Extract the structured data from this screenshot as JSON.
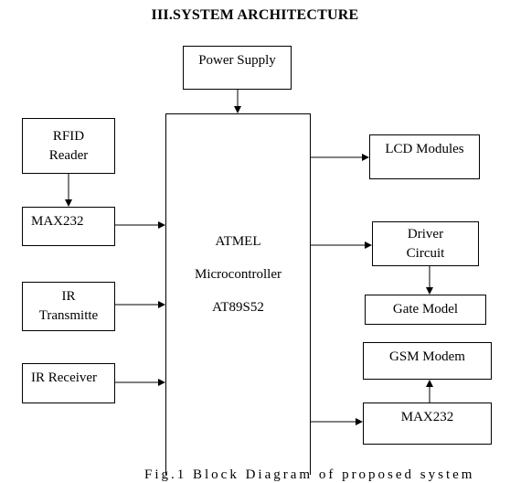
{
  "title": "III.SYSTEM ARCHITECTURE",
  "blocks": {
    "power_supply": "Power Supply",
    "rfid_reader": [
      "RFID",
      "Reader"
    ],
    "max232_left": "MAX232",
    "ir_transmitter": [
      "IR",
      "Transmitte"
    ],
    "ir_receiver": "IR Receiver",
    "microcontroller": [
      "ATMEL",
      "Microcontroller",
      "AT89S52"
    ],
    "lcd_modules": "LCD Modules",
    "driver_circuit": [
      "Driver",
      "Circuit"
    ],
    "gate_model": "Gate Model",
    "gsm_modem": "GSM Modem",
    "max232_right": "MAX232"
  },
  "caption": "Fig.1 Block Diagram of proposed system"
}
